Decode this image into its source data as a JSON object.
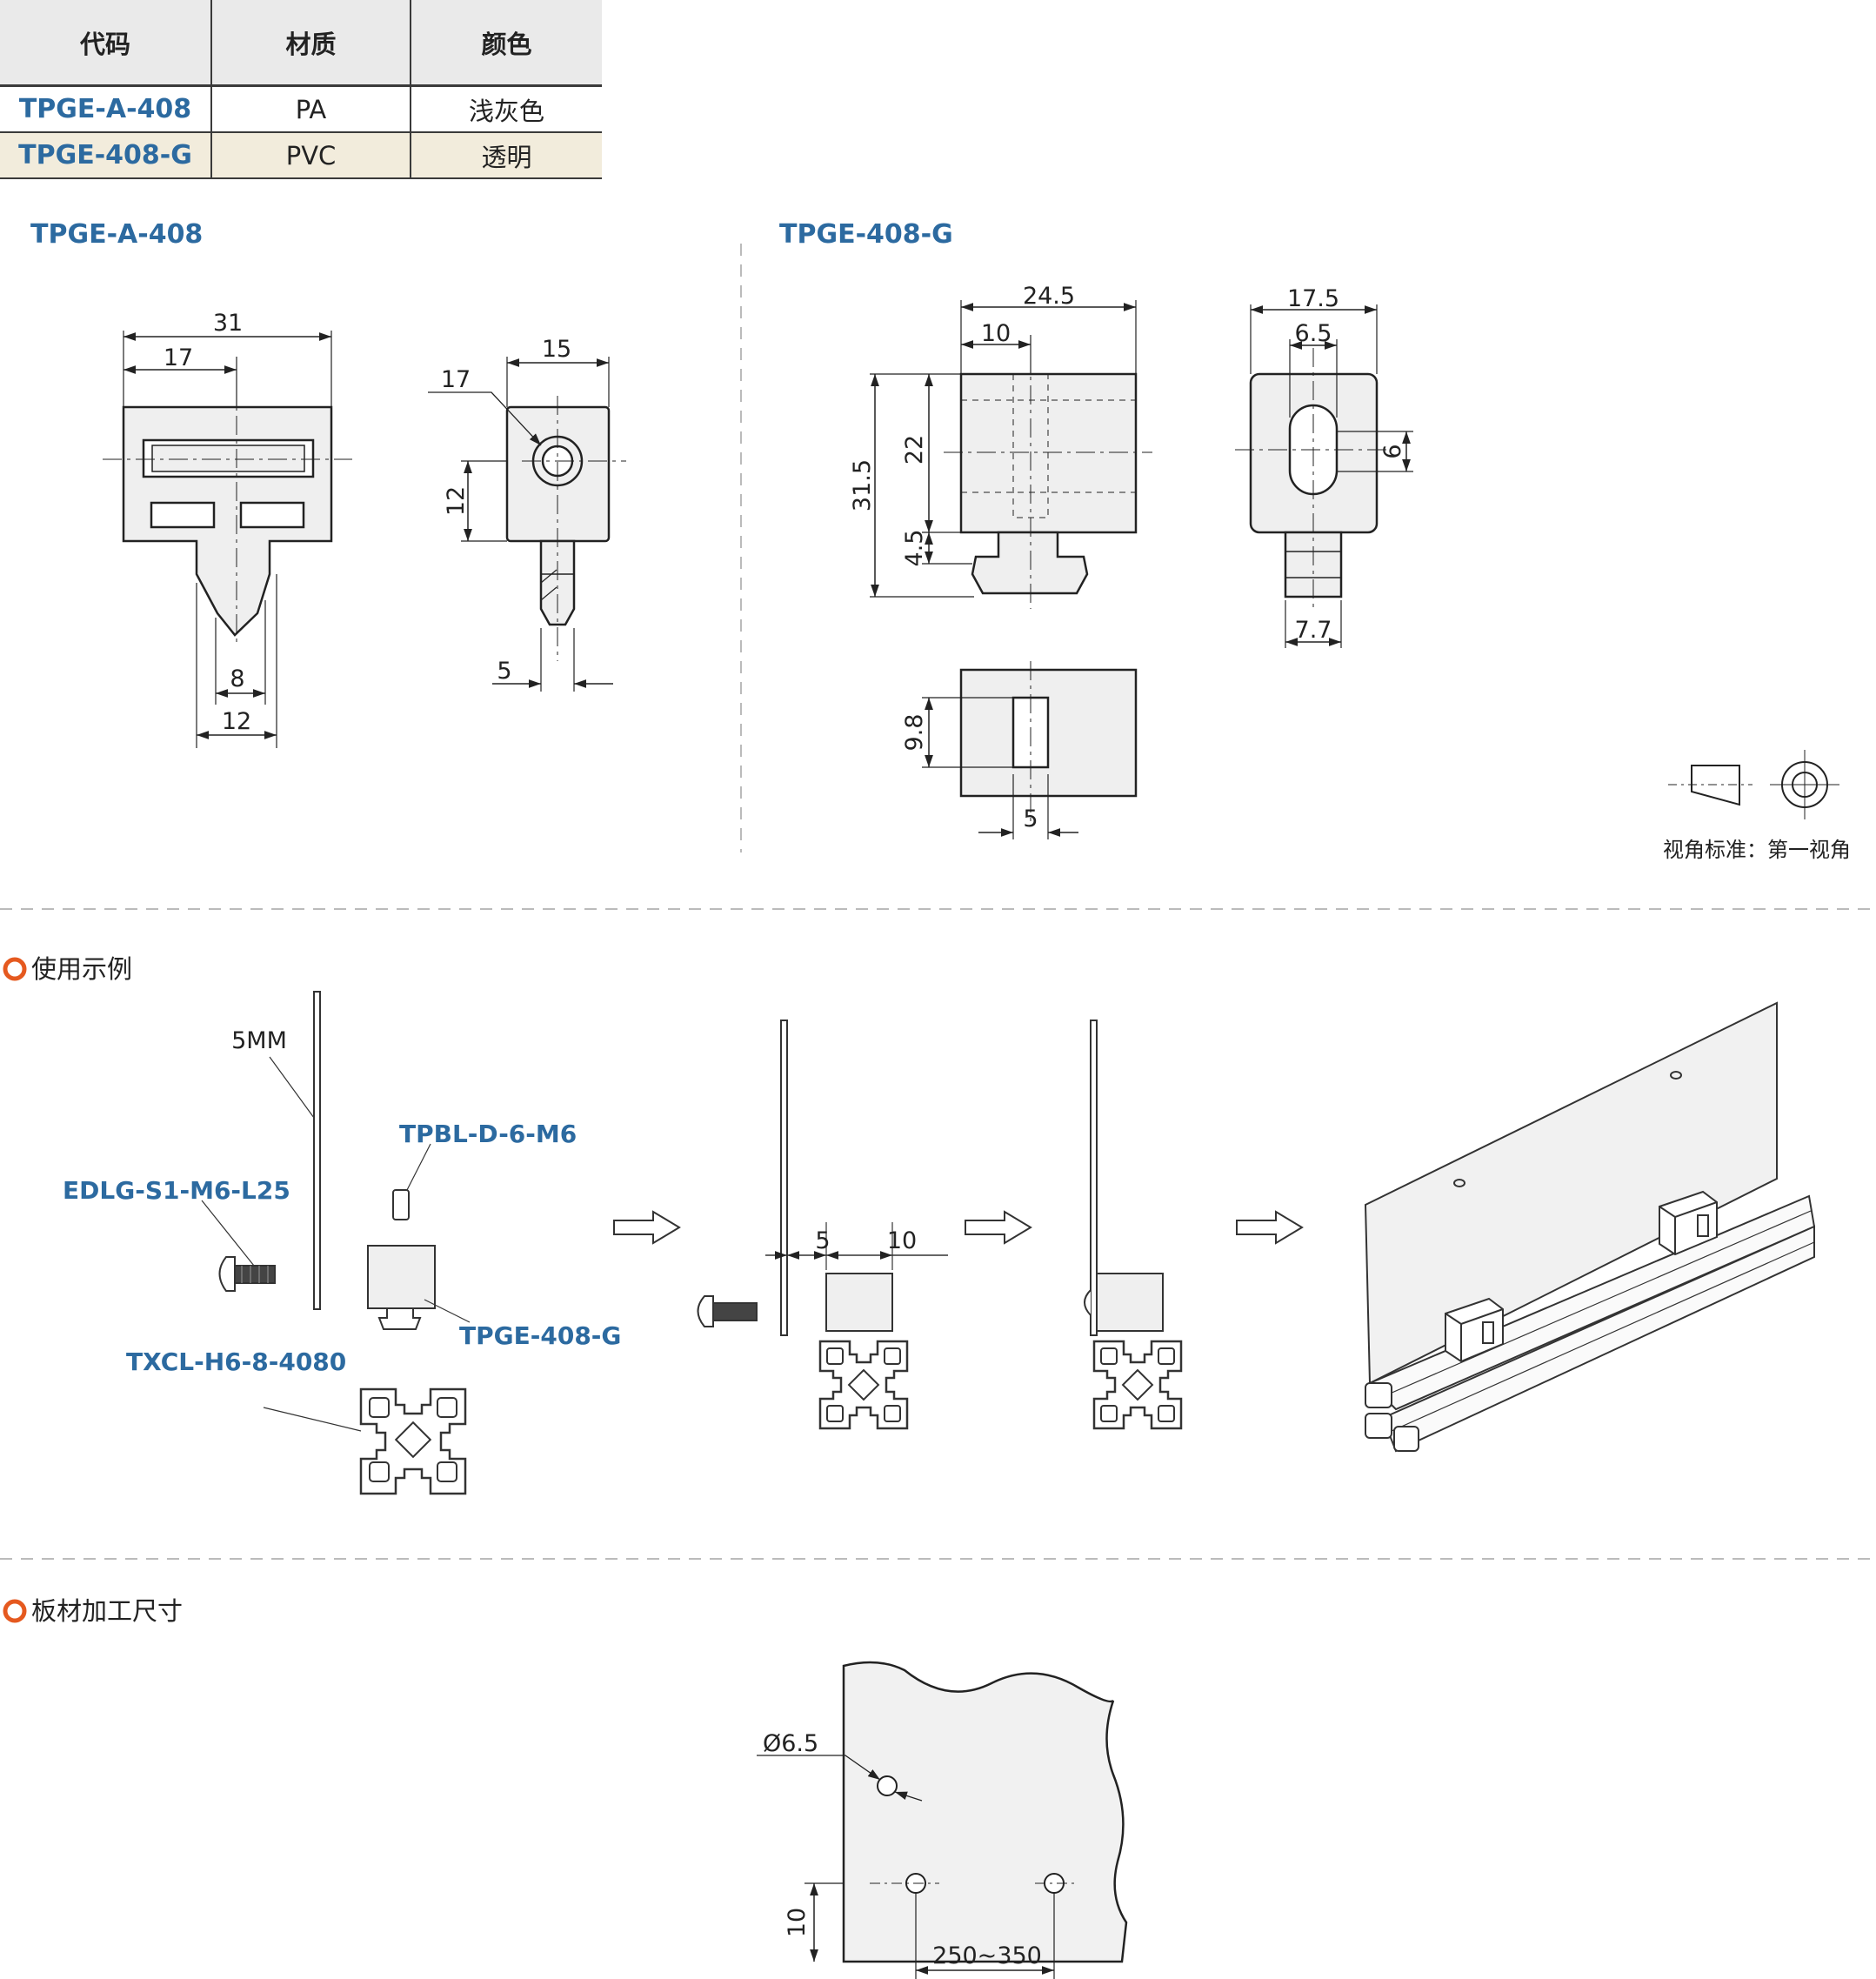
{
  "table": {
    "headers": [
      "代码",
      "材质",
      "颜色"
    ],
    "rows": [
      {
        "code": "TPGE-A-408",
        "material": "PA",
        "color": "浅灰色"
      },
      {
        "code": "TPGE-408-G",
        "material": "PVC",
        "color": "透明"
      }
    ]
  },
  "drawing_a": {
    "title": "TPGE-A-408",
    "dims": {
      "w31": "31",
      "w17": "17",
      "w8": "8",
      "w12": "12",
      "s15": "15",
      "s17": "17",
      "s12": "12",
      "s5": "5"
    }
  },
  "drawing_g": {
    "title": "TPGE-408-G",
    "dims": {
      "w245": "24.5",
      "w10": "10",
      "h315": "31.5",
      "h22": "22",
      "h45": "4.5",
      "w175": "17.5",
      "w65": "6.5",
      "h6": "6",
      "w77": "7.7",
      "h98": "9.8",
      "w5": "5"
    }
  },
  "view_standard": "视角标准：第一视角",
  "usage": {
    "title": "使用示例",
    "labels": {
      "panel": "5MM",
      "bolt": "EDLG-S1-M6-L25",
      "nut": "TPBL-D-6-M6",
      "block": "TPGE-408-G",
      "profile": "TXCL-H6-8-4080"
    },
    "dims": {
      "d5": "5",
      "d10": "10"
    }
  },
  "plate": {
    "title": "板材加工尺寸",
    "hole": "Ø6.5",
    "edge": "10",
    "spacing": "250~350"
  },
  "colors": {
    "accent": "#2c6aa0",
    "section_marker": "#e5591f",
    "table_alt_row": "#f2ecdc",
    "header_bg": "#eaeaea"
  }
}
